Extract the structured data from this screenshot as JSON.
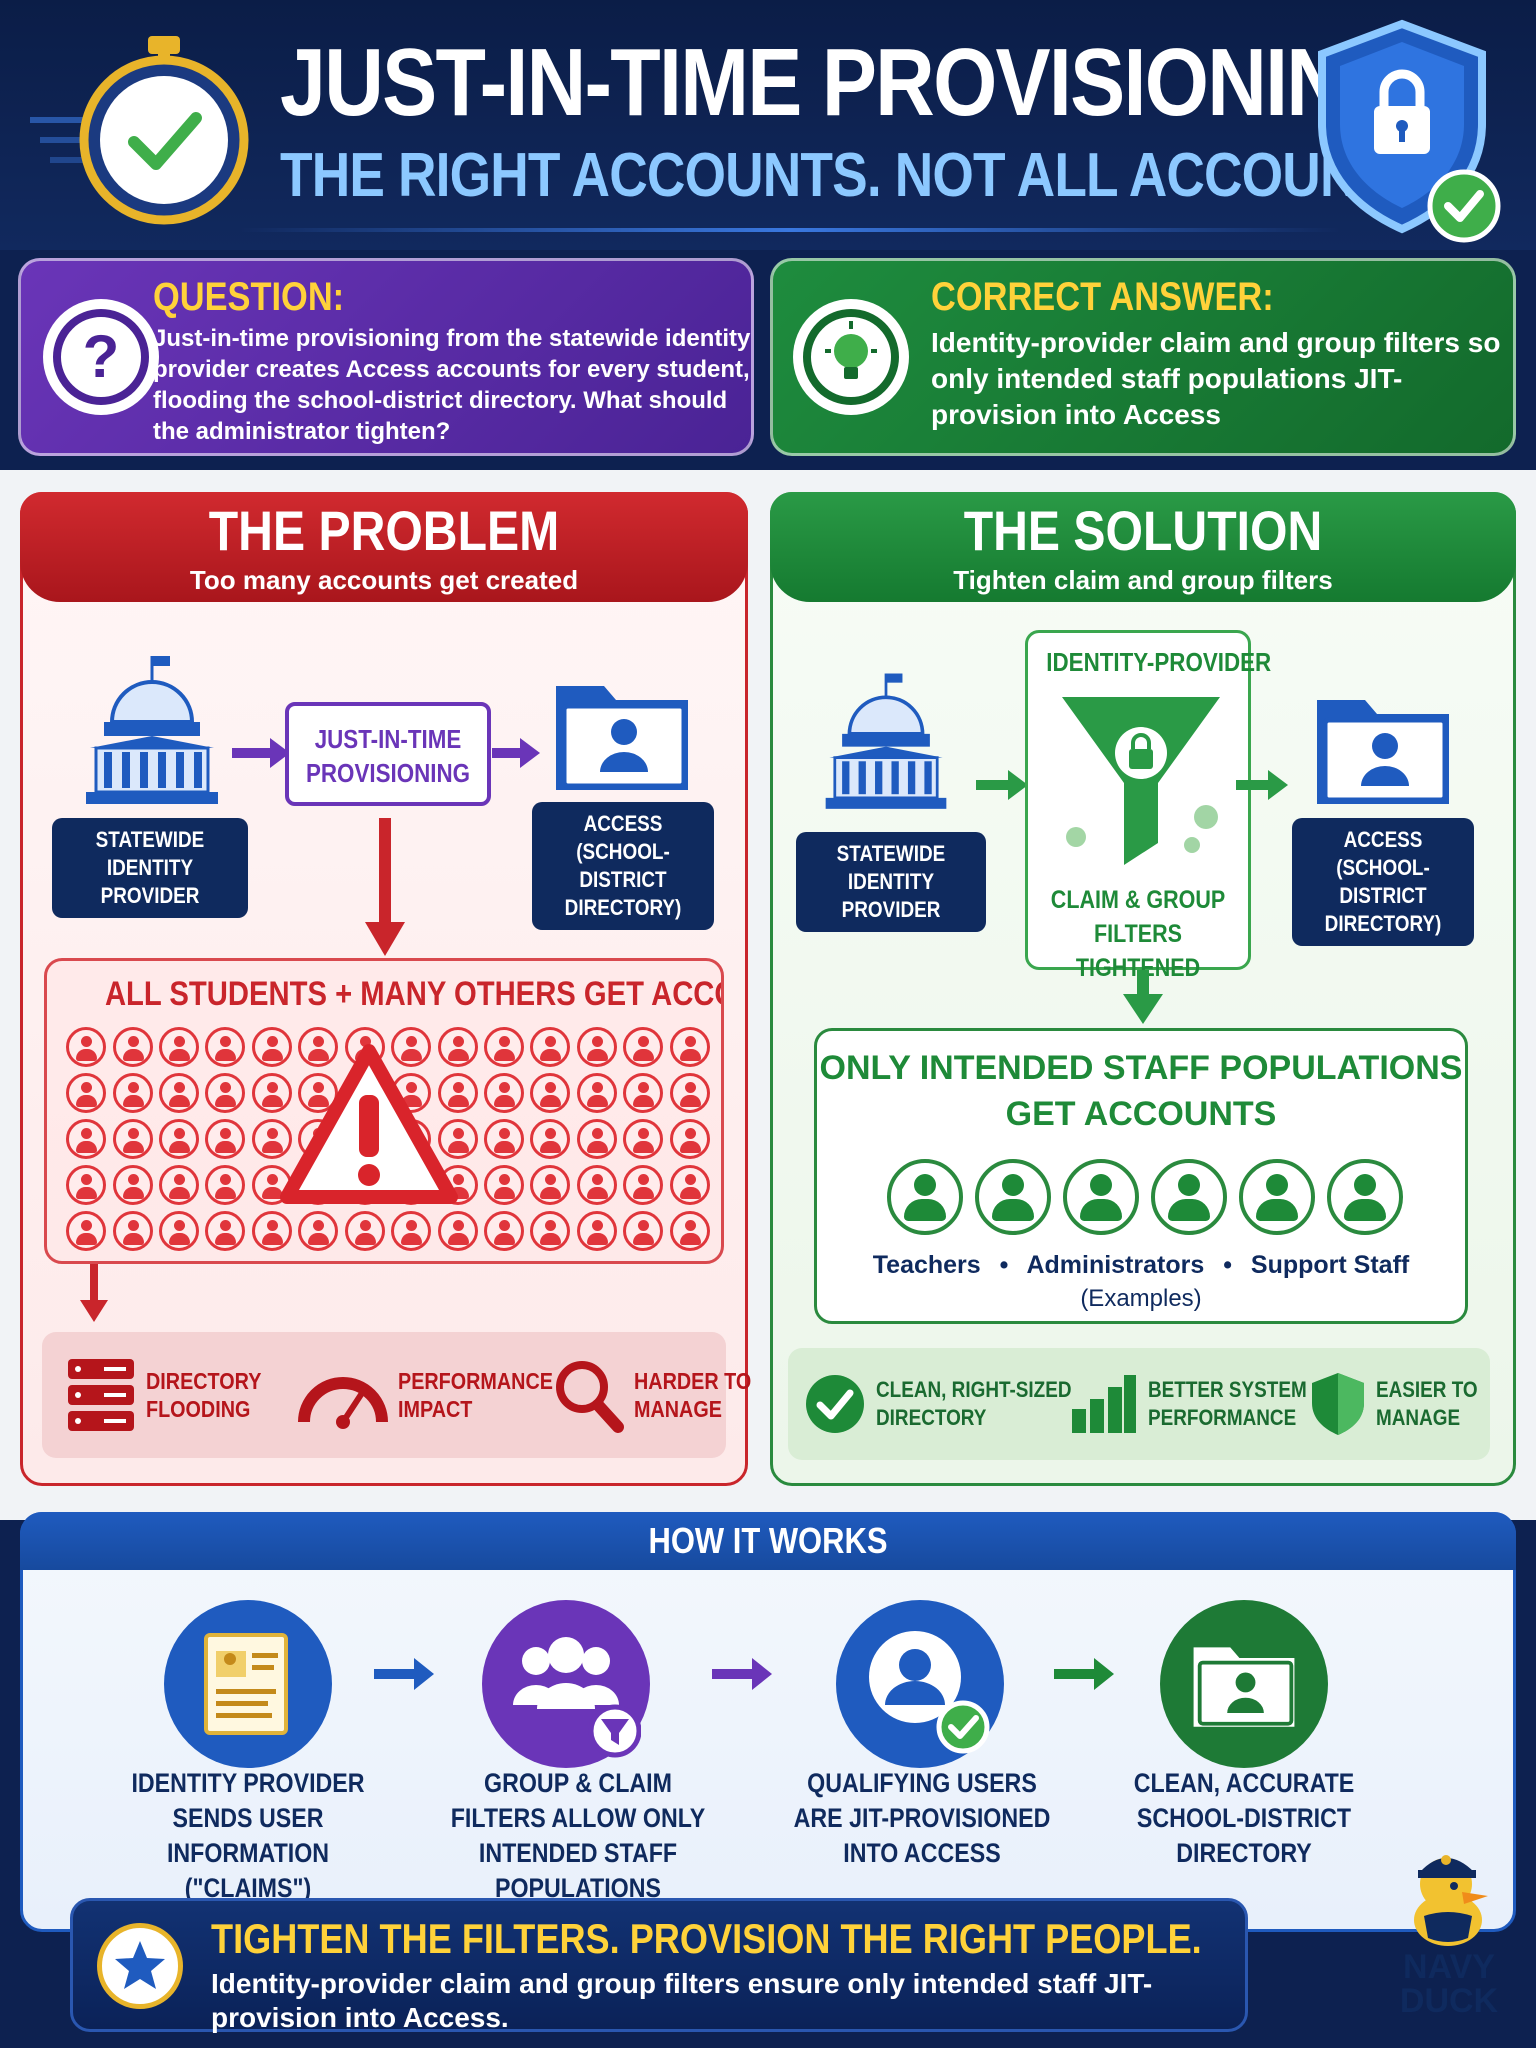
{
  "header": {
    "title": "JUST-IN-TIME PROVISIONING",
    "subtitle": "THE RIGHT ACCOUNTS. NOT ALL ACCOUNTS."
  },
  "question": {
    "label": "QUESTION:",
    "text": "Just-in-time provisioning from the statewide identity provider creates Access accounts for every student, flooding the school-district directory. What should the administrator tighten?"
  },
  "answer": {
    "label": "CORRECT ANSWER:",
    "text": "Identity-provider claim and group filters so only intended staff populations JIT-provision into Access"
  },
  "problem": {
    "title": "THE PROBLEM",
    "subtitle": "Too many accounts get created",
    "source_label": "STATEWIDE IDENTITY PROVIDER",
    "process_label": "JUST-IN-TIME PROVISIONING",
    "target_label": "ACCESS (SCHOOL-DISTRICT DIRECTORY)",
    "students_title": "ALL STUDENTS + MANY OTHERS GET ACCOUNTS",
    "impacts": [
      {
        "icon": "server-icon",
        "label_line1": "DIRECTORY",
        "label_line2": "FLOODING"
      },
      {
        "icon": "speedometer-icon",
        "label_line1": "PERFORMANCE",
        "label_line2": "IMPACT"
      },
      {
        "icon": "magnifier-icon",
        "label_line1": "HARDER TO",
        "label_line2": "MANAGE"
      }
    ]
  },
  "solution": {
    "title": "THE SOLUTION",
    "subtitle": "Tighten claim and group filters",
    "source_label": "STATEWIDE IDENTITY PROVIDER",
    "filter_top": "IDENTITY-PROVIDER",
    "filter_bottom": "CLAIM & GROUP FILTERS TIGHTENED",
    "target_label": "ACCESS (SCHOOL-DISTRICT DIRECTORY)",
    "staff_title": "ONLY INTENDED STAFF POPULATIONS GET ACCOUNTS",
    "roles": [
      "Teachers",
      "Administrators",
      "Support Staff"
    ],
    "examples": "(Examples)",
    "benefits": [
      {
        "icon": "checkmark-icon",
        "label_line1": "CLEAN, RIGHT-SIZED",
        "label_line2": "DIRECTORY"
      },
      {
        "icon": "bar-chart-icon",
        "label_line1": "BETTER SYSTEM",
        "label_line2": "PERFORMANCE"
      },
      {
        "icon": "shield-icon",
        "label_line1": "EASIER TO",
        "label_line2": "MANAGE"
      }
    ]
  },
  "how": {
    "title": "HOW IT WORKS",
    "steps": [
      {
        "label": "IDENTITY PROVIDER SENDS USER INFORMATION (\"CLAIMS\")",
        "color": "#1f5bbf"
      },
      {
        "label": "GROUP & CLAIM FILTERS ALLOW ONLY INTENDED STAFF POPULATIONS",
        "color": "#6a35b8"
      },
      {
        "label": "QUALIFYING USERS ARE JIT-PROVISIONED INTO ACCESS",
        "color": "#1f5bbf"
      },
      {
        "label": "CLEAN, ACCURATE SCHOOL-DISTRICT DIRECTORY",
        "color": "#1e7a36"
      }
    ]
  },
  "banner": {
    "title": "TIGHTEN THE FILTERS. PROVISION THE RIGHT PEOPLE.",
    "text": "Identity-provider claim and group filters ensure only intended staff JIT-provision into Access."
  },
  "brand": {
    "line1": "NAVY",
    "line2": "DUCK"
  },
  "colors": {
    "navy": "#0d2150",
    "problem_red": "#c9252b",
    "solution_green": "#2a8a3e",
    "question_purple": "#6a35b8",
    "accent_yellow": "#ffd23a"
  }
}
